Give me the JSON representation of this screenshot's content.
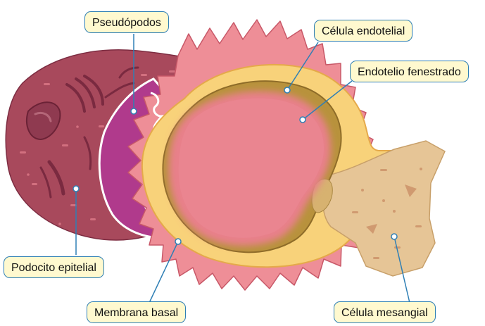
{
  "labels": {
    "pseudopodos": "Pseudópodos",
    "celula_endotelial": "Célula endotelial",
    "endotelio_fenestrado": "Endotelio fenestrado",
    "podocito_epitelial": "Podocito epitelial",
    "membrana_basal": "Membrana basal",
    "celula_mesangial": "Célula mesangial"
  },
  "colors": {
    "label_fill": "#fff9cf",
    "label_border": "#2f7fb5",
    "leader_line": "#2f7fb5",
    "podocyte": "#a8495c",
    "pseudopod": "#b03a8c",
    "foot_processes": "#ee8e97",
    "basement_membrane": "#f8d27a",
    "endothelial_cell": "#b8923c",
    "lumen": "#e8808a",
    "mesangial_cell": "#e6c596"
  }
}
